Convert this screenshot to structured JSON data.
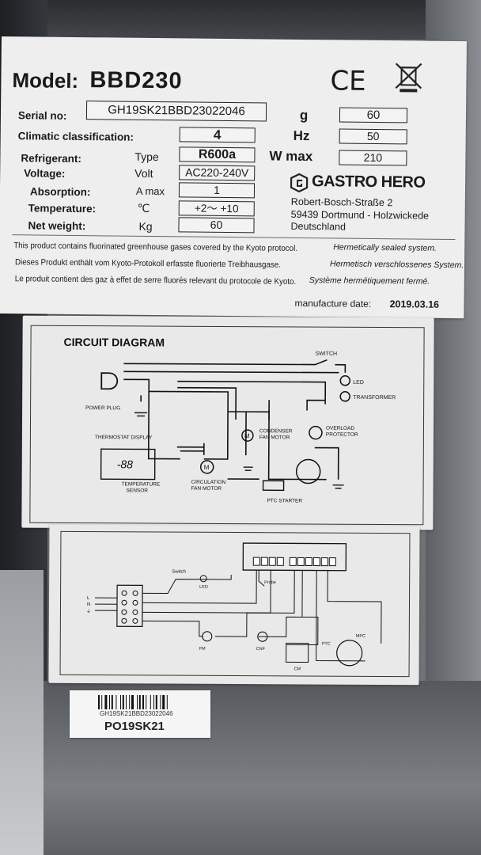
{
  "label": {
    "model_key": "Model:",
    "model_value": "BBD230",
    "ce_mark": "CE",
    "weee_icon": "crossed-bin-icon",
    "serial_key": "Serial no:",
    "serial_value": "GH19SK21BBD23022046",
    "climatic_key": "Climatic classification:",
    "climatic_value": "4",
    "refrigerant_key": "Refrigerant:",
    "refrigerant_unit": "Type",
    "refrigerant_value": "R600a",
    "voltage_key": "Voltage:",
    "voltage_unit": "Volt",
    "voltage_value": "AC220-240V",
    "absorption_key": "Absorption:",
    "absorption_unit": "A max",
    "absorption_value": "1",
    "temperature_key": "Temperature:",
    "temperature_unit": "℃",
    "temperature_value": "+2～ +10",
    "weight_key": "Net weight:",
    "weight_unit": "Kg",
    "weight_value": "60",
    "g_key": "g",
    "g_value": "60",
    "hz_key": "Hz",
    "hz_value": "50",
    "wmax_key": "W max",
    "wmax_value": "210",
    "brand_name": "GASTRO HERO",
    "address_1": "Robert-Bosch-Straße 2",
    "address_2": "59439 Dortmund - Holzwickede",
    "address_3": "Deutschland",
    "gas_en": "This product contains fluorinated greenhouse gases covered by the Kyoto protocol.",
    "gas_de": "Dieses Produkt enthält vom Kyoto-Protokoll erfasste fluorierte Treibhausgase.",
    "gas_fr": "Le produit contient des gaz à effet de serre fluorés relevant du protocole de Kyoto.",
    "sealed_en": "Hermetically sealed system.",
    "sealed_de": "Hermetisch verschlossenes System.",
    "sealed_fr": "Système hermétiquement fermé.",
    "mfg_key": "manufacture date:",
    "mfg_value": "2019.03.16"
  },
  "circuit": {
    "title": "CIRCUIT  DIAGRAM",
    "switch": "SWITCH",
    "led": "LED",
    "transformer": "TRANSFORMER",
    "power_plug": "POWER PLUG",
    "thermostat_display": "THERMOSTAT DISPLAY",
    "display_reading": "-88",
    "temp_sensor_1": "TEMPERATURE",
    "temp_sensor_2": "SENSOR",
    "circ_motor_1": "CIRCULATION",
    "circ_motor_2": "FAN MOTOR",
    "condenser_1": "CONDENSER",
    "condenser_2": "FAN MOTOR",
    "overload_1": "OVERLOAD",
    "overload_2": "PROTECTOR",
    "ptc_starter": "PTC STARTER",
    "motor_symbol": "M"
  },
  "wiring": {
    "switch": "Switch",
    "led": "LED",
    "probe": "Probe",
    "l_term": "L",
    "n_term": "N",
    "e_term": "⏚",
    "fm": "FM",
    "cnf": "CNF",
    "ptc": "PTC",
    "mpc": "MPC",
    "cm": "CM"
  },
  "sticker": {
    "barcode_text": "GH19SK21BBD23022046",
    "code": "PO19SK21"
  },
  "colors": {
    "label_bg": "#eeeeee",
    "ink": "#1a1a1a",
    "cabinet": "#6f7377"
  }
}
